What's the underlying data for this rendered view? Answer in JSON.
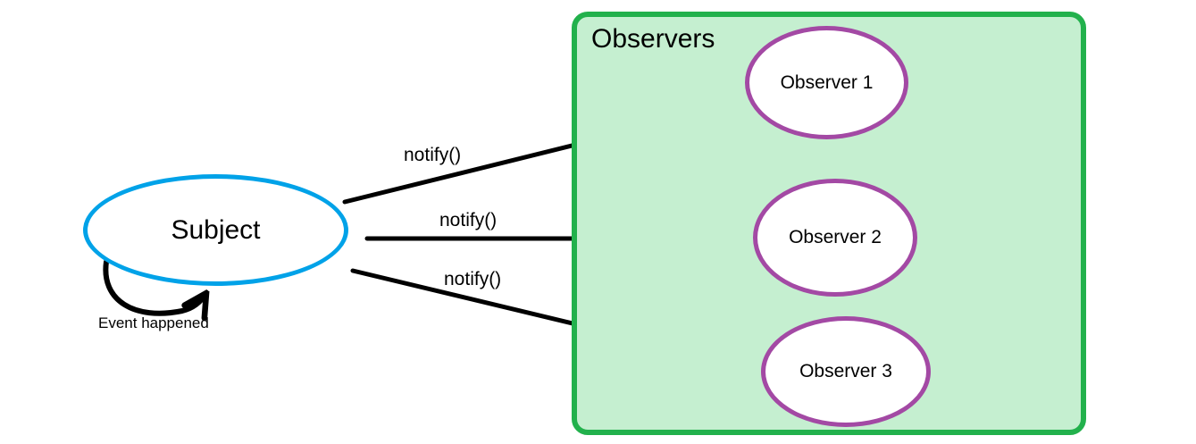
{
  "diagram": {
    "subject": {
      "label": "Subject"
    },
    "event": {
      "label": "Event happened"
    },
    "observers_box": {
      "title": "Observers"
    },
    "notify_labels": [
      "notify()",
      "notify()",
      "notify()"
    ],
    "observers": [
      {
        "label": "Observer 1"
      },
      {
        "label": "Observer 2"
      },
      {
        "label": "Observer 3"
      }
    ],
    "colors": {
      "subject_border": "#00A2E8",
      "observer_border": "#A349A4",
      "box_border": "#22B14C",
      "box_fill": "#C5EFD0",
      "arrow": "#000000",
      "text": "#000000",
      "background": "#FFFFFF"
    }
  }
}
